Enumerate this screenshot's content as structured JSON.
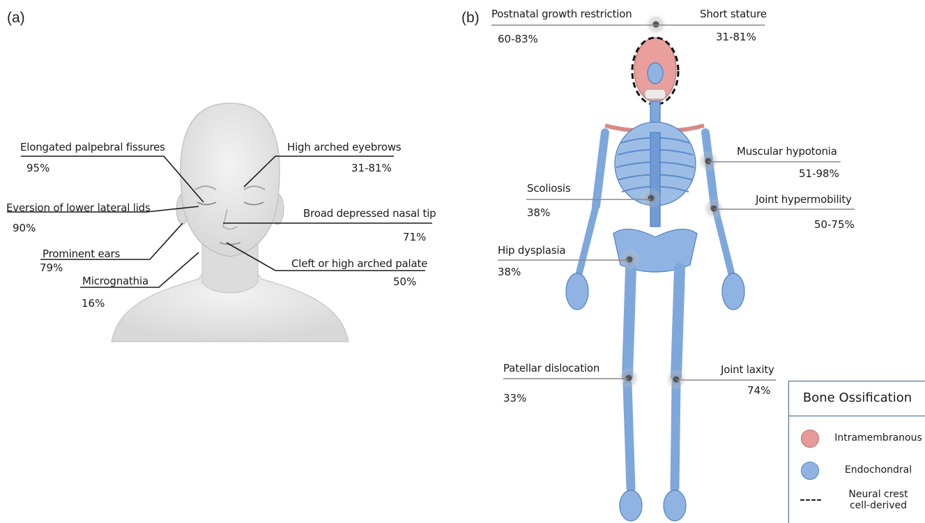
{
  "panels": {
    "a": "(a)",
    "b": "(b)"
  },
  "face": {
    "features": [
      {
        "label": "Elongated palpebral fissures",
        "value": "95%"
      },
      {
        "label": "High arched eyebrows",
        "value": "31-81%"
      },
      {
        "label": "Eversion of lower lateral lids",
        "value": "90%"
      },
      {
        "label": "Broad depressed nasal tip",
        "value": "71%"
      },
      {
        "label": "Prominent ears",
        "value": "79%"
      },
      {
        "label": "Cleft or high arched palate",
        "value": "50%"
      },
      {
        "label": "Micrognathia",
        "value": "16%"
      }
    ]
  },
  "skeleton": {
    "features": [
      {
        "label": "Postnatal growth restriction",
        "value": "60-83%"
      },
      {
        "label": "Short stature",
        "value": "31-81%"
      },
      {
        "label": "Muscular hypotonia",
        "value": "51-98%"
      },
      {
        "label": "Scoliosis",
        "value": "38%"
      },
      {
        "label": "Joint hypermobility",
        "value": "50-75%"
      },
      {
        "label": "Hip dysplasia",
        "value": "38%"
      },
      {
        "label": "Patellar dislocation",
        "value": "33%"
      },
      {
        "label": "Joint laxity",
        "value": "74%"
      }
    ]
  },
  "legend": {
    "title": "Bone Ossification",
    "items": [
      {
        "label": "Intramembranous",
        "color": "#e79a97"
      },
      {
        "label": "Endochondral",
        "color": "#8fb4e3"
      },
      {
        "label": "Neural crest cell-derived"
      }
    ]
  },
  "colors": {
    "bone": "#7ea7dc",
    "bone_dark": "#4f7fbf",
    "skull": "#e9a09d",
    "skin": "#e6e6e6",
    "marker": "#555555"
  }
}
